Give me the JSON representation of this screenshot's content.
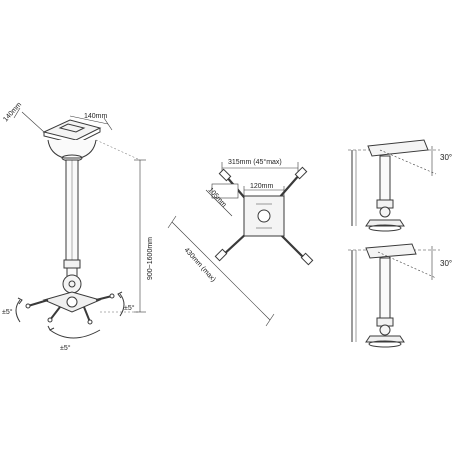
{
  "diagram": {
    "stroke_color": "#3a3a3a",
    "fill_color": "#f4f4f4",
    "dimensions": {
      "plate_width": "140mm",
      "plate_depth": "140mm",
      "height_range": "900~1600mm",
      "tilt_side": "±5°",
      "tilt_front": "±5°",
      "swivel": "±5°",
      "arm_span": "315mm (45°max)",
      "bracket_width": "120mm",
      "bracket_depth": "105mm",
      "diagonal": "430mm (max)",
      "tilt_angle_top": "30°",
      "tilt_angle_bottom": "30°"
    }
  }
}
